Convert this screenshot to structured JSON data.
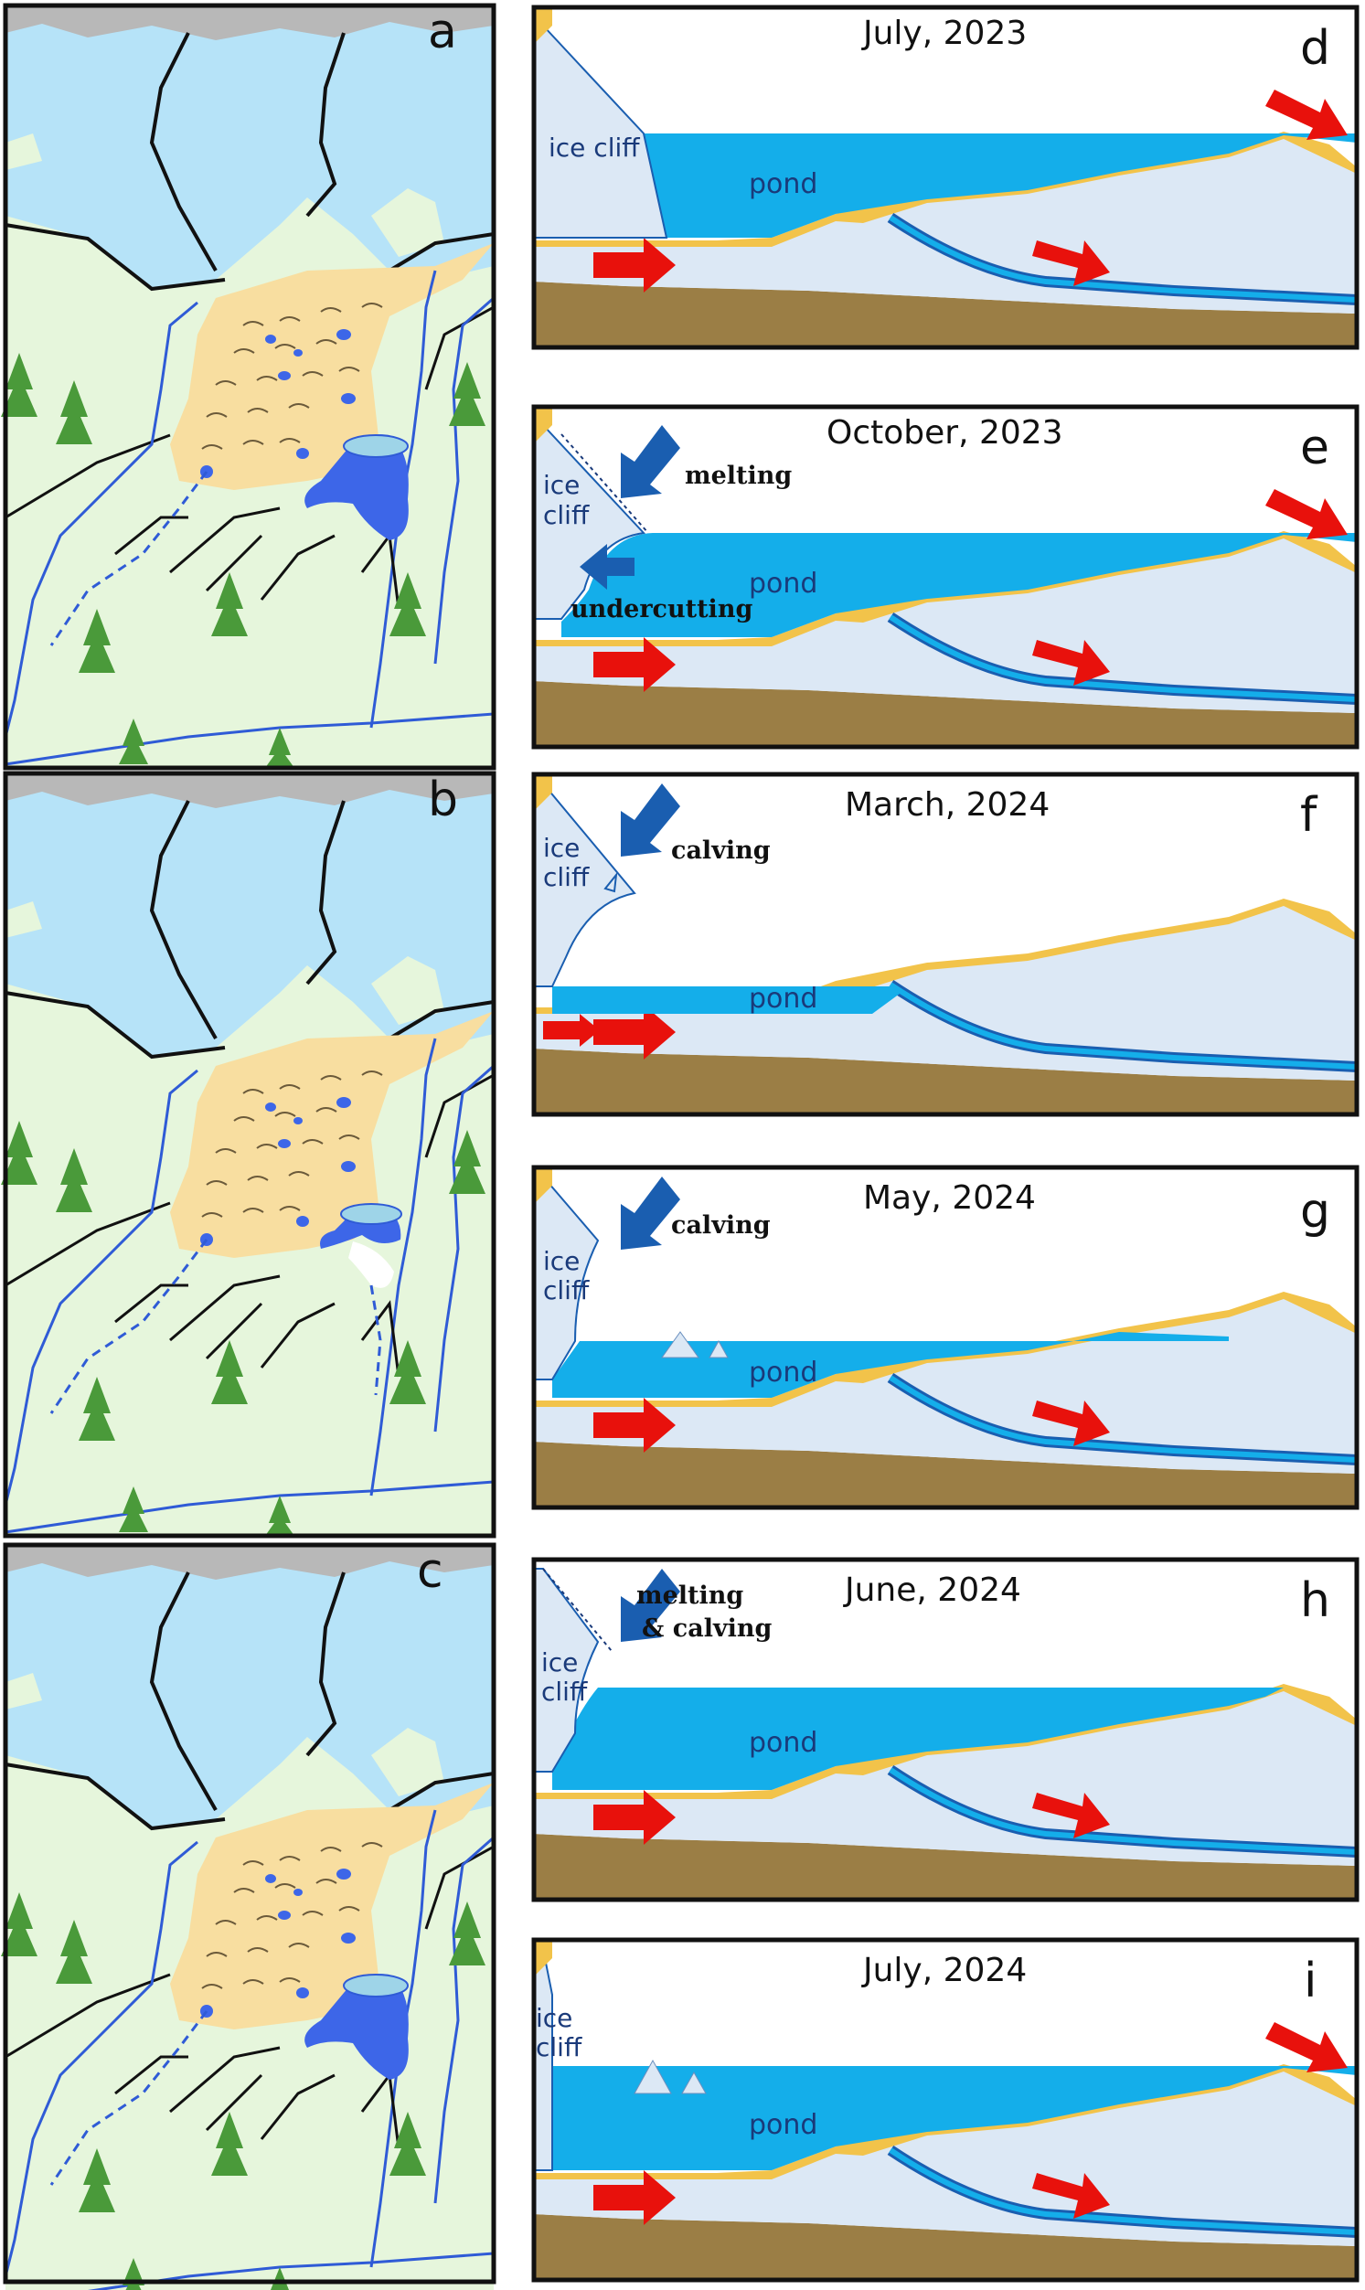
{
  "map_panels": [
    {
      "letter": "a"
    },
    {
      "letter": "b"
    },
    {
      "letter": "c"
    }
  ],
  "section_panels": [
    {
      "letter": "d",
      "date": "July, 2023",
      "cliff": [
        "ice cliff"
      ],
      "pond": "pond",
      "annotation": []
    },
    {
      "letter": "e",
      "date": "October, 2023",
      "cliff": [
        "ice",
        "cliff"
      ],
      "pond": "pond",
      "annotation": [
        "melting",
        "undercutting"
      ]
    },
    {
      "letter": "f",
      "date": "March, 2024",
      "cliff": [
        "ice",
        "cliff"
      ],
      "pond": "pond",
      "annotation": [
        "calving"
      ]
    },
    {
      "letter": "g",
      "date": "May, 2024",
      "cliff": [
        "ice",
        "cliff"
      ],
      "pond": "pond",
      "annotation": [
        "calving"
      ]
    },
    {
      "letter": "h",
      "date": "June, 2024",
      "cliff": [
        "ice",
        "cliff"
      ],
      "pond": "pond",
      "annotation": [
        "melting",
        "& calving"
      ]
    },
    {
      "letter": "i",
      "date": "July, 2024",
      "cliff": [
        "ice",
        "cliff"
      ],
      "pond": "pond",
      "annotation": []
    }
  ],
  "colors": {
    "sky": "#b6e3f8",
    "land": "#e6f6dc",
    "debris": "#f8dea0",
    "pond_map": "#3d66e8",
    "stream": "#2f5bd6",
    "tree": "#4a9a3a",
    "rock": "#b8b8b8",
    "ice": "#dce8f5",
    "pond_section": "#14aeea",
    "sand": "#f2c34a",
    "bedrock": "#9b7e45",
    "arrow_red": "#e8110c",
    "arrow_blue": "#1a5eb0"
  }
}
